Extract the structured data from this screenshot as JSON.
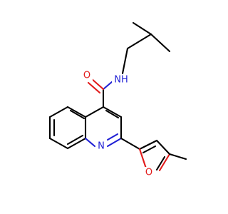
{
  "diagram": {
    "type": "chemical-structure",
    "atom_colors": {
      "nitrogen": "#1f1fd4",
      "oxygen": "#e21b1b",
      "carbon_bonds": "#000000"
    },
    "labels": {
      "carbonyl_oxygen": "O",
      "amide_nh": "NH",
      "ring_nitrogen": "N",
      "furan_oxygen": "O"
    }
  }
}
